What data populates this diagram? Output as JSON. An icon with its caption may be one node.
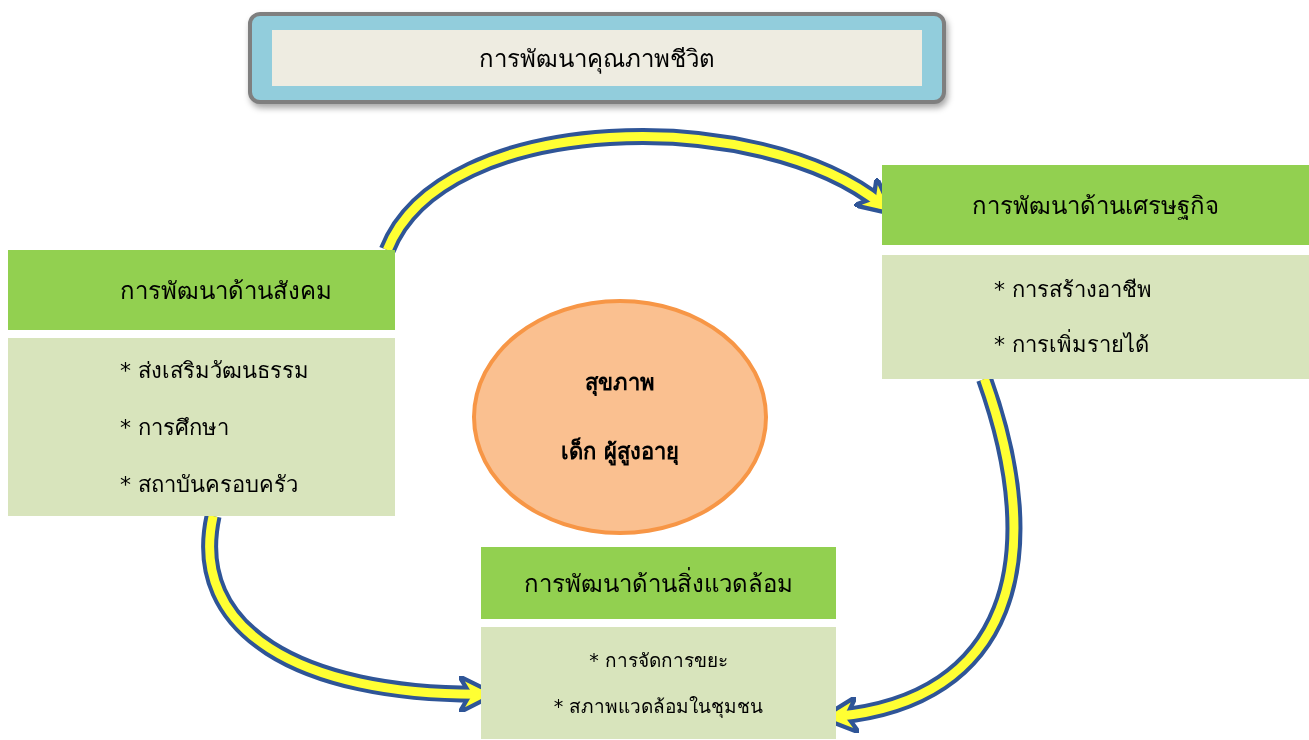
{
  "diagram": {
    "nodes": [
      {
        "text": [
          "การพัฒนาคุณภาพชีวิต"
        ]
      },
      {
        "text": [
          "การพัฒนาด้านสังคม"
        ]
      },
      {
        "text": [
          "* ส่งเสริมวัฒนธรรม",
          "* การศึกษา",
          "* สถาบันครอบครัว"
        ]
      },
      {
        "text": [
          "สุขภาพ",
          "เด็ก ผู้สูงอายุ"
        ]
      },
      {
        "text": [
          "การพัฒนาด้านเศรษฐกิจ"
        ]
      },
      {
        "text": [
          "* การสร้างอาชีพ",
          "* การเพิ่มรายได้"
        ]
      },
      {
        "text": [
          "การพัฒนาด้านสิ่งแวดล้อม"
        ]
      },
      {
        "text": [
          "* การจัดการขยะ",
          "* สภาพแวดล้อมในชุมชน"
        ]
      }
    ],
    "edges": [
      {
        "from": 1,
        "to": 4,
        "arrow": "to"
      },
      {
        "from": 2,
        "to": 7,
        "arrow": "to"
      },
      {
        "from": 5,
        "to": 7,
        "arrow": "to"
      }
    ]
  }
}
